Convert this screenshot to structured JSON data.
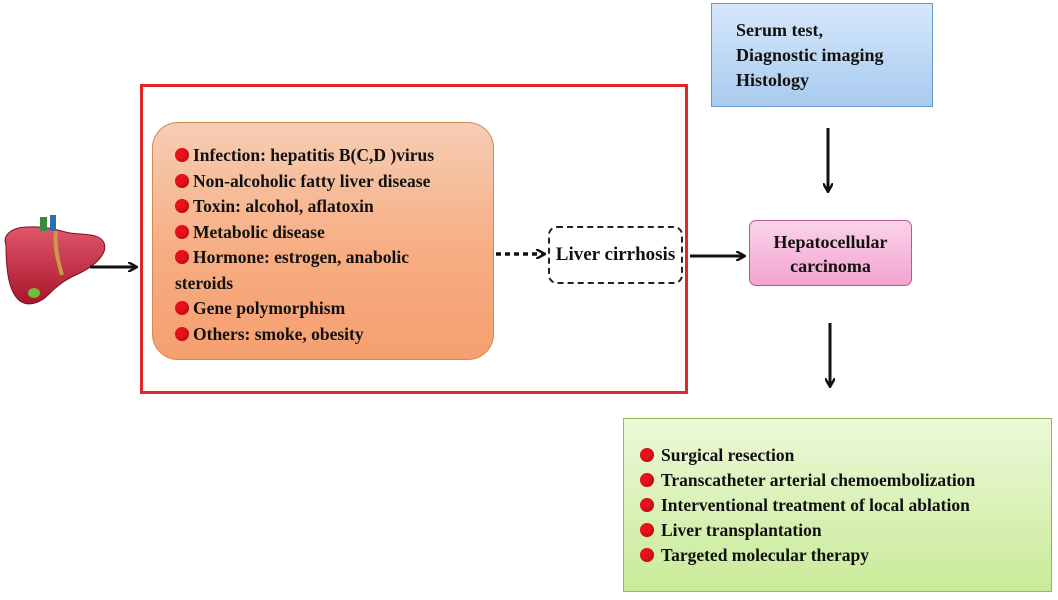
{
  "diagnosis": {
    "lines": [
      "Serum test,",
      "Diagnostic imaging",
      "Histology"
    ]
  },
  "risk_factors": {
    "items": [
      "Infection: hepatitis B(C,D )virus",
      "Non-alcoholic fatty liver disease",
      "Toxin: alcohol, aflatoxin",
      "Metabolic disease",
      "Hormone: estrogen, anabolic",
      "Gene polymorphism",
      "Others: smoke, obesity"
    ],
    "continuation": "steroids"
  },
  "cirrhosis": {
    "label": "Liver cirrhosis"
  },
  "hcc": {
    "lines": [
      "Hepatocellular",
      "carcinoma"
    ]
  },
  "treatments": {
    "items": [
      "Surgical resection",
      "Transcatheter arterial chemoembolization",
      "Interventional treatment of local ablation",
      "Liver transplantation",
      "Targeted molecular therapy"
    ]
  },
  "colors": {
    "frame": "#e32626",
    "bullet": "#e8121b",
    "risk_box": "#f7ad82",
    "hcc_box": "#f3a3cf",
    "diagnosis_box": "#a9cbef",
    "treatment_box": "#c9eb98"
  },
  "icons": [
    "liver-illustration"
  ]
}
